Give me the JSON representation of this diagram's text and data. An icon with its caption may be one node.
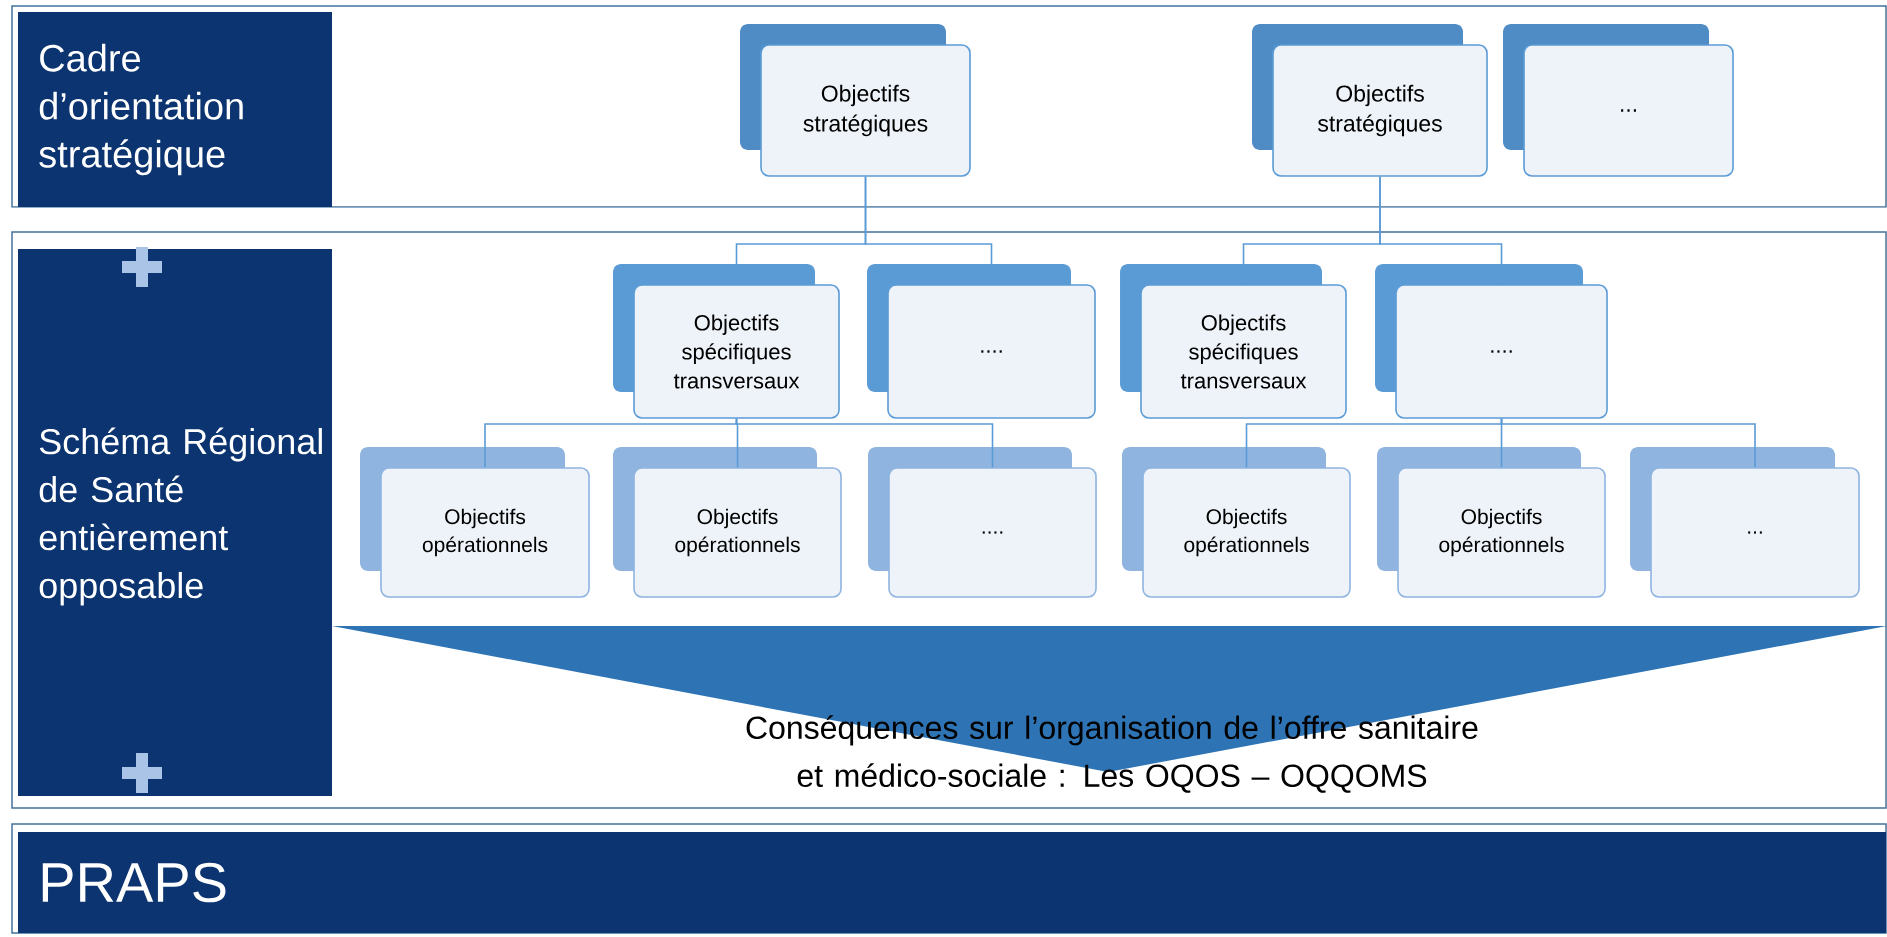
{
  "diagram": {
    "nodes": [
      {
        "text": [
          "Cadre d’orientation stratégique"
        ]
      },
      {
        "text": [
          "Objectifs stratégiques"
        ],
        "in": 0
      },
      {
        "text": [
          "Objectifs stratégiques"
        ],
        "in": 0
      },
      {
        "text": [
          "..."
        ],
        "in": 0
      },
      {
        "text": [
          "Schéma Régional de Santé entièrement opposable"
        ]
      },
      {
        "text": [
          "Objectifs spécifiques transversaux"
        ],
        "in": 4
      },
      {
        "text": [
          "...."
        ],
        "in": 4
      },
      {
        "text": [
          "Objectifs spécifiques transversaux"
        ],
        "in": 4
      },
      {
        "text": [
          "...."
        ],
        "in": 4
      },
      {
        "text": [
          "Objectifs opérationnels"
        ],
        "in": 4
      },
      {
        "text": [
          "Objectifs opérationnels"
        ],
        "in": 4
      },
      {
        "text": [
          "...."
        ],
        "in": 4
      },
      {
        "text": [
          "Objectifs opérationnels"
        ],
        "in": 4
      },
      {
        "text": [
          "Objectifs opérationnels"
        ],
        "in": 4
      },
      {
        "text": [
          "..."
        ],
        "in": 4
      },
      {
        "text": [
          "Conséquences sur l’organisation de l’offre sanitaire et médico-sociale : Les OQOS – OQQOMS"
        ],
        "in": 4
      },
      {
        "text": [
          "PRAPS"
        ]
      }
    ],
    "edges": [
      {
        "from": 1,
        "to": 5,
        "arrow": "none"
      },
      {
        "from": 1,
        "to": 6,
        "arrow": "none"
      },
      {
        "from": 2,
        "to": 7,
        "arrow": "none"
      },
      {
        "from": 2,
        "to": 8,
        "arrow": "none"
      },
      {
        "from": 5,
        "to": 9,
        "arrow": "none"
      },
      {
        "from": 5,
        "to": 10,
        "arrow": "none"
      },
      {
        "from": 5,
        "to": 11,
        "arrow": "none"
      },
      {
        "from": 8,
        "to": 12,
        "arrow": "none"
      },
      {
        "from": 8,
        "to": 13,
        "arrow": "none"
      },
      {
        "from": 8,
        "to": 14,
        "arrow": "none"
      }
    ]
  }
}
